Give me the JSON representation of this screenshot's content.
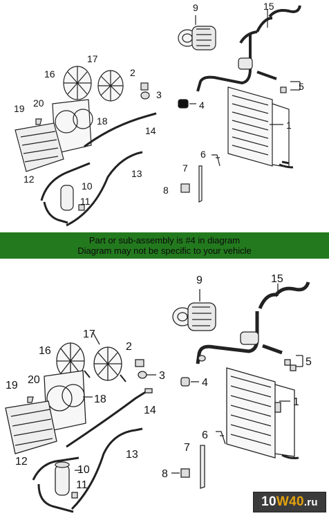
{
  "banner": {
    "line1": "Part or sub-assembly is #4 in diagram",
    "line2": "Diagram may not be specific to your vehicle",
    "color": "#237a1e"
  },
  "callouts": {
    "c1": "1",
    "c2": "2",
    "c3": "3",
    "c4": "4",
    "c5": "5",
    "c6": "6",
    "c7": "7",
    "c8": "8",
    "c9": "9",
    "c10": "10",
    "c11": "11",
    "c12": "12",
    "c13": "13",
    "c14": "14",
    "c15": "15",
    "c16": "16",
    "c17": "17",
    "c18": "18",
    "c19": "19",
    "c20": "20"
  },
  "highlighted_part": "4",
  "watermark": {
    "part_a": "10",
    "part_b": "W40",
    "part_c": ".ru",
    "brand_color": "#e2a20e"
  }
}
